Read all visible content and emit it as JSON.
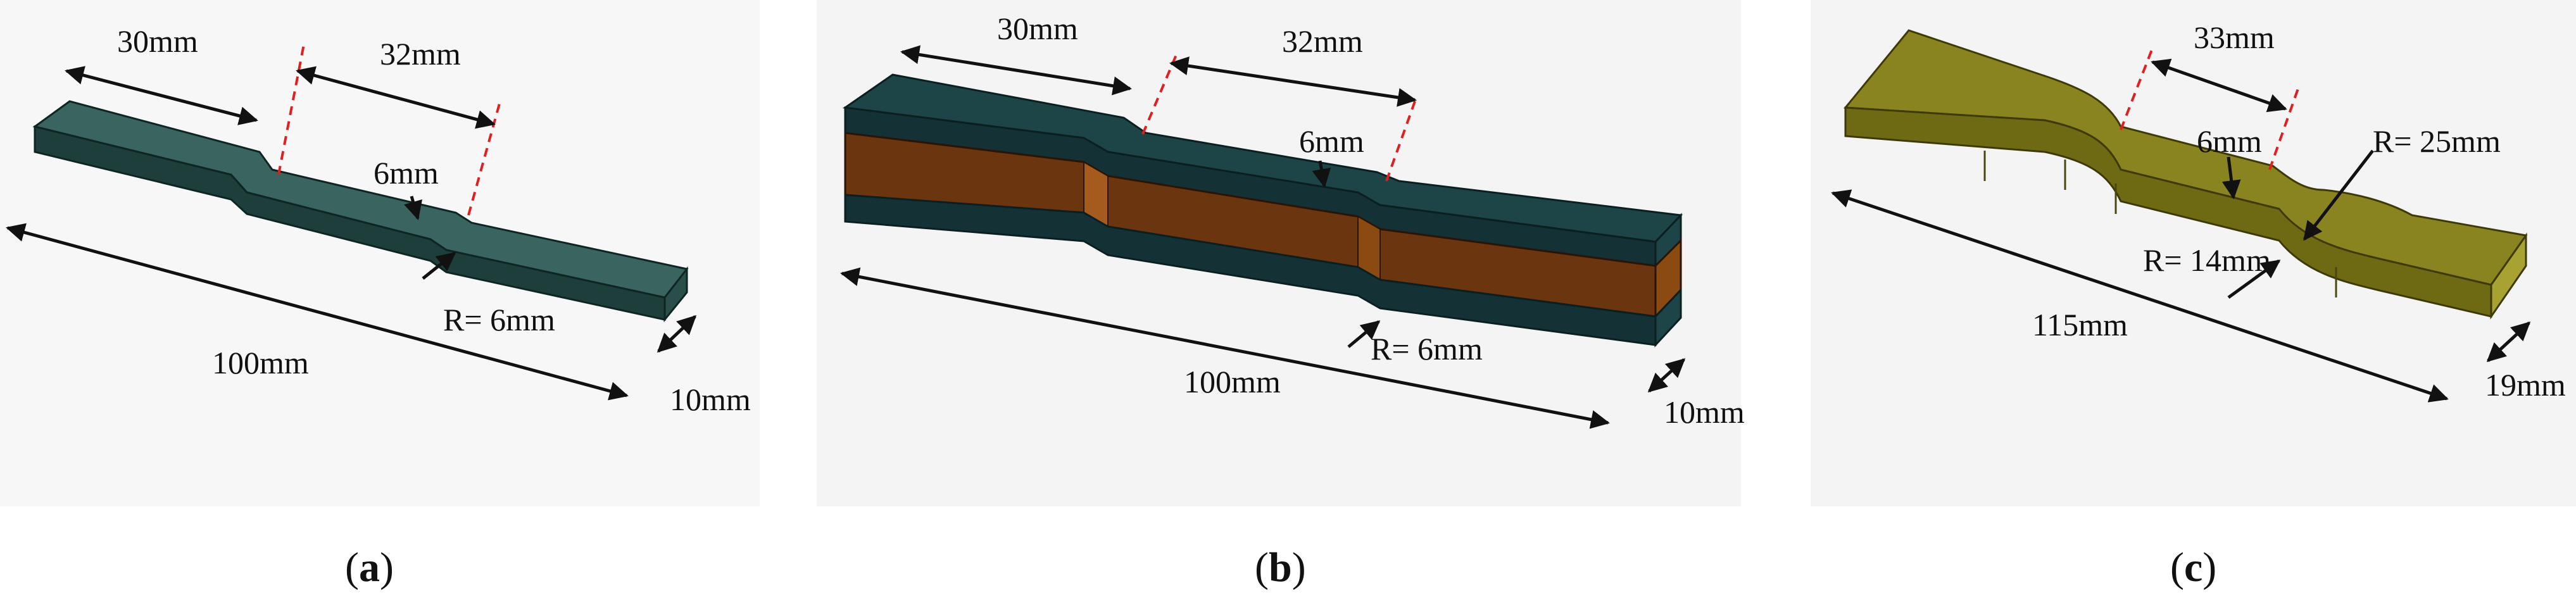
{
  "colors": {
    "specimen_a_top": "#3a6460",
    "specimen_a_side": "#1e3e3b",
    "specimen_b_shell_top": "#1d4446",
    "specimen_b_shell_side": "#143236",
    "specimen_b_core": "#6b3510",
    "specimen_b_core_end": "#8b4a12",
    "specimen_c_top": "#8a8420",
    "specimen_c_side": "#6e6a14",
    "specimen_c_end": "#a8a232",
    "panel_background": "#f6f6f6",
    "dimension_line": "#111111",
    "reference_dash": "#e02020"
  },
  "panels": [
    {
      "caption": {
        "open": "(",
        "letter": "a",
        "close": ")"
      },
      "labels": {
        "shoulder": "30mm",
        "gauge": "32mm",
        "width": "6mm",
        "radius": "R= 6mm",
        "length": "100mm",
        "end_width": "10mm"
      }
    },
    {
      "caption": {
        "open": "(",
        "letter": "b",
        "close": ")"
      },
      "labels": {
        "shoulder": "30mm",
        "gauge": "32mm",
        "width": "6mm",
        "radius": "R= 6mm",
        "length": "100mm",
        "end_width": "10mm"
      }
    },
    {
      "caption": {
        "open": "(",
        "letter": "c",
        "close": ")"
      },
      "labels": {
        "gauge": "33mm",
        "width": "6mm",
        "radius_large": "R= 25mm",
        "radius_small": "R= 14mm",
        "length": "115mm",
        "end_width": "19mm"
      }
    }
  ]
}
